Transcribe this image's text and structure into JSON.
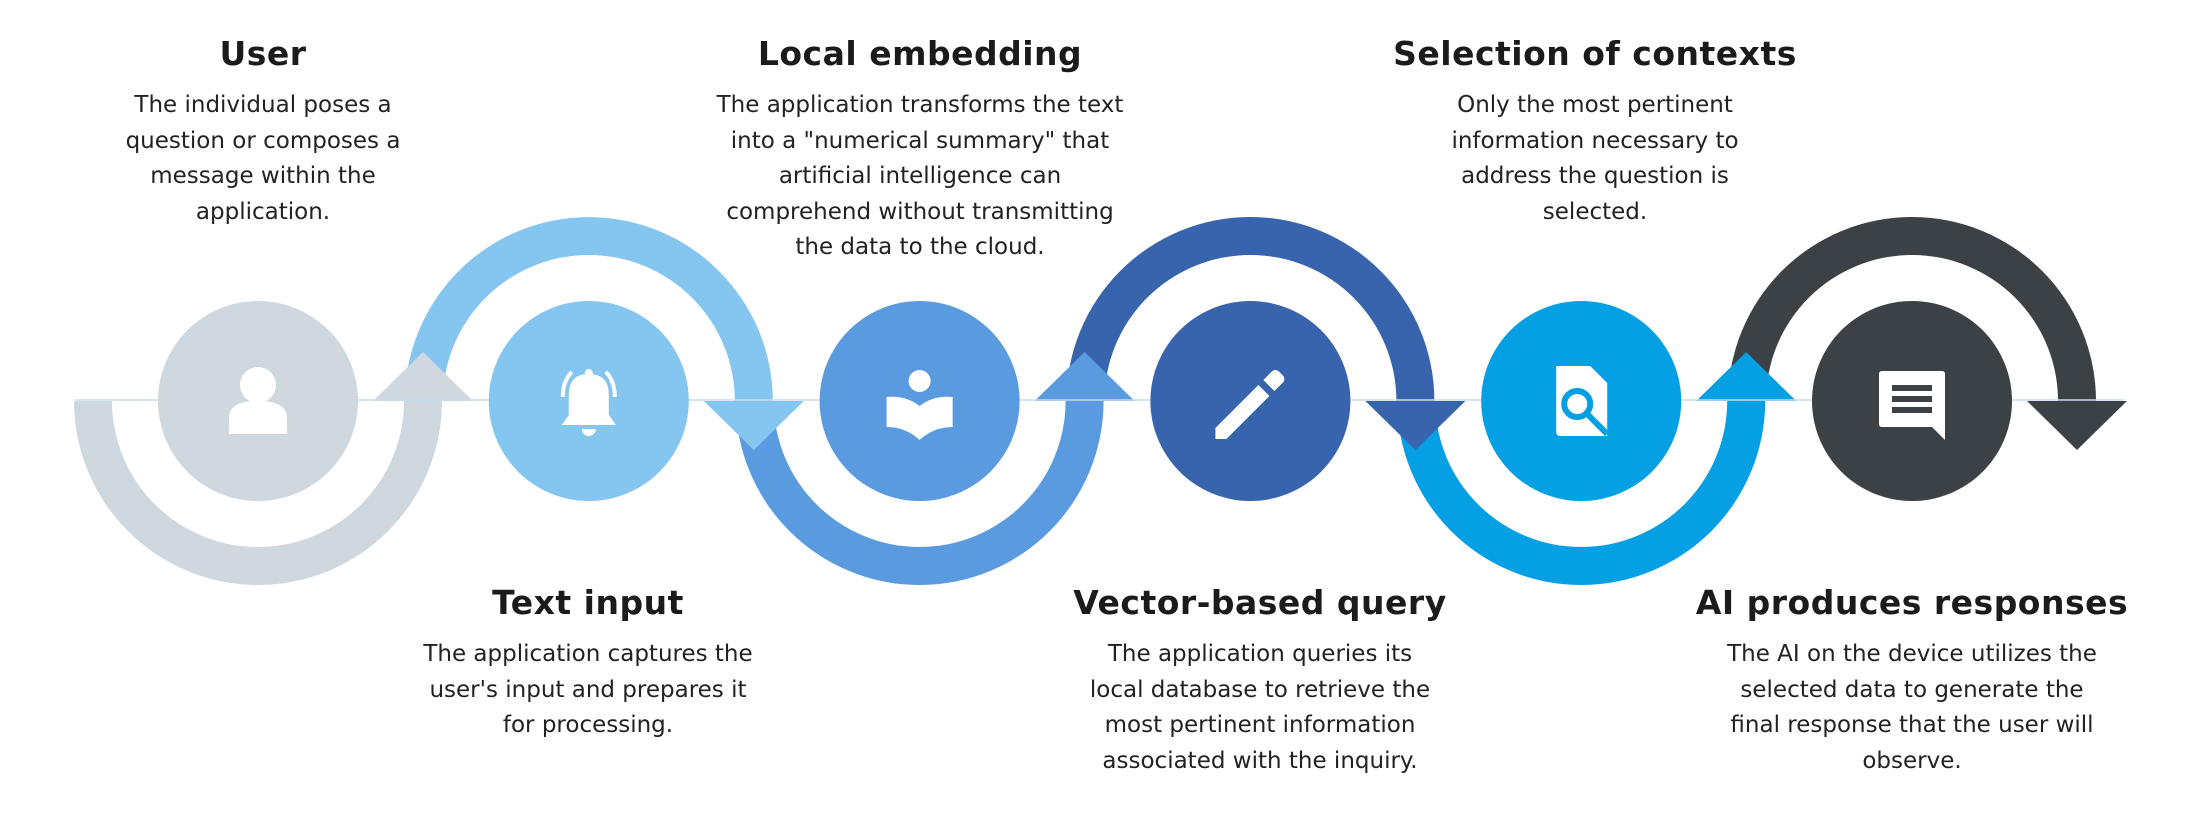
{
  "diagram": {
    "type": "process-flow",
    "steps": [
      {
        "title": "User",
        "description": "The individual poses a question or composes a message within the application.",
        "icon": "user-icon",
        "color": "#CFD8DF",
        "text_position": "top",
        "arc": "lower"
      },
      {
        "title": "Text input",
        "description": "The application captures the user's input and prepares it for processing.",
        "icon": "bell-icon",
        "color": "#85C6F0",
        "text_position": "bottom",
        "arc": "upper"
      },
      {
        "title": "Local embedding",
        "description": "The application transforms the text into a \"numerical summary\" that artificial intelligence can comprehend without transmitting the data to the cloud.",
        "icon": "book-reader-icon",
        "color": "#5A9BE0",
        "text_position": "top",
        "arc": "lower"
      },
      {
        "title": "Vector-based query",
        "description": "The application queries its local database to retrieve the most pertinent information associated with the inquiry.",
        "icon": "pencil-icon",
        "color": "#3864AD",
        "text_position": "bottom",
        "arc": "upper"
      },
      {
        "title": "Selection of contexts",
        "description": "Only the most pertinent information necessary to address the question is selected.",
        "icon": "document-search-icon",
        "color": "#059FE3",
        "text_position": "top",
        "arc": "lower"
      },
      {
        "title": "AI produces responses",
        "description": "The AI on the device utilizes the selected data to generate the final response that the user will observe.",
        "icon": "chat-message-icon",
        "color": "#3C4146",
        "text_position": "bottom",
        "arc": "upper"
      }
    ],
    "connector_line_color": "#C9DDEB"
  }
}
